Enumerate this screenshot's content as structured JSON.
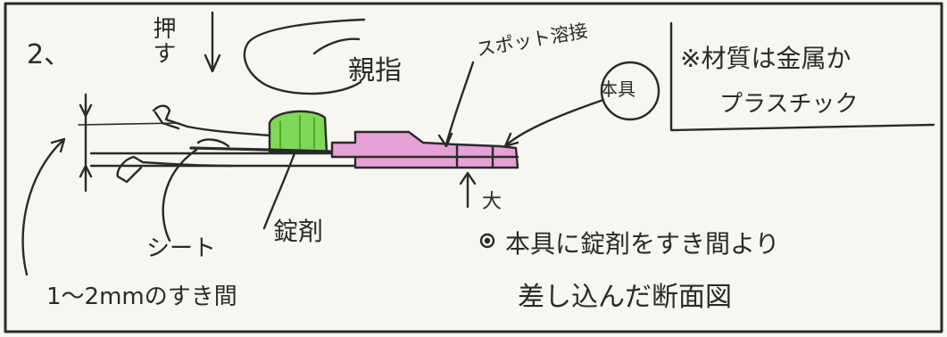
{
  "step_number": "2、",
  "labels": {
    "push": "押す",
    "thumb": "親指",
    "spot_weld": "スポット溶接",
    "tool": "本具",
    "tablet": "錠剤",
    "sheet": "シート",
    "gap": "1～2mmのすき間",
    "large": "大"
  },
  "note_box": {
    "line1": "※材質は金属か",
    "line2": "プラスチック"
  },
  "caption": {
    "line1": "本具に錠剤をすき間より",
    "line2": "差し込んだ断面図"
  },
  "colors": {
    "tablet": "#7ed957",
    "tool": "#e6a1d6",
    "ink": "#2a2a2a",
    "paper": "#f7f6f1"
  }
}
